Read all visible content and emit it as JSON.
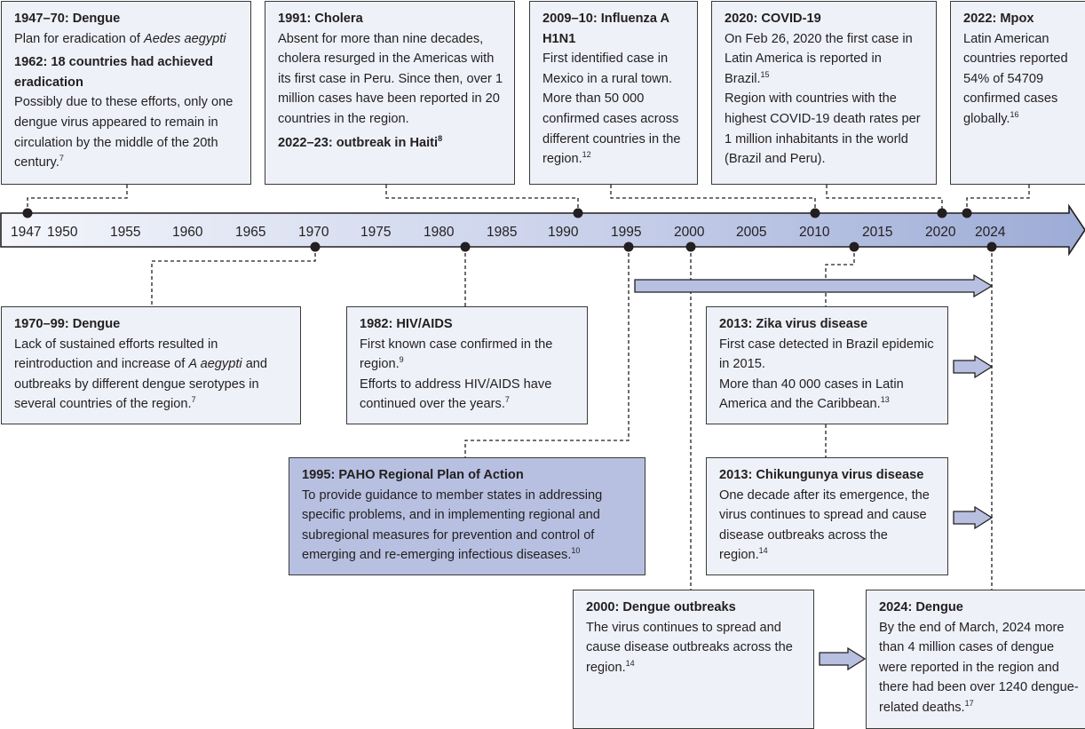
{
  "colors": {
    "box_fill": "#eef1f8",
    "box_fill_highlight": "#b7c0e0",
    "axis_fill_start": "#f2f4fa",
    "axis_fill_end": "#9fafd8",
    "arrow_fill": "#b7c0e0",
    "outline": "#231f20"
  },
  "axis": {
    "ticks": [
      "1947",
      "1950",
      "1955",
      "1960",
      "1965",
      "1970",
      "1975",
      "1980",
      "1985",
      "1990",
      "1995",
      "2000",
      "2005",
      "2010",
      "2015",
      "2020",
      "2024"
    ]
  },
  "events": {
    "dengue_1947": {
      "title": "1947–70: Dengue",
      "line1_pre": "Plan for eradication of ",
      "line1_italic": "Aedes aegypti",
      "title2": "1962: 18 countries had achieved eradication",
      "body": "Possibly due to these efforts, only one dengue virus appeared to remain in circulation by the middle of the 20th century.",
      "ref": "7"
    },
    "cholera_1991": {
      "title": "1991: Cholera",
      "body": "Absent for more than nine decades, cholera resurged in the Americas with its first case in Peru. Since then, over 1 million cases have been reported in 20 countries in the region.",
      "title2": "2022–23: outbreak in Haiti",
      "ref": "8"
    },
    "influenza_2009": {
      "title": "2009–10: Influenza A H1N1",
      "body1": "First identified case in Mexico in a rural town.",
      "body2": "More than 50 000 confirmed cases across different countries in the region.",
      "ref": "12"
    },
    "covid_2020": {
      "title": "2020: COVID-19",
      "body1": "On Feb 26, 2020 the first case in Latin America is reported in Brazil.",
      "ref1": "15",
      "body2": "Region with countries with the highest COVID-19 death rates per 1 million inhabitants in the world (Brazil and Peru)."
    },
    "mpox_2022": {
      "title": "2022: Mpox",
      "body": "Latin American countries reported 54% of 54709 confirmed cases globally.",
      "ref": "16"
    },
    "dengue_1970": {
      "title": "1970–99: Dengue",
      "body_pre": "Lack of sustained efforts resulted in reintroduction and increase of ",
      "body_italic": "A aegypti",
      "body_post": " and outbreaks by different dengue serotypes in several countries of the region.",
      "ref": "7"
    },
    "hiv_1982": {
      "title": "1982: HIV/AIDS",
      "body1": "First known case confirmed in the region.",
      "ref1": "9",
      "body2": "Efforts to address HIV/AIDS have continued over the years.",
      "ref2": "7"
    },
    "paho_1995": {
      "title": "1995: PAHO Regional Plan of Action",
      "body": "To provide guidance to member states in addressing specific problems, and in implementing regional and subregional measures for prevention and control of emerging and re-emerging infectious diseases.",
      "ref": "10"
    },
    "zika_2013": {
      "title": "2013: Zika virus disease",
      "body1": "First case detected in Brazil epidemic in 2015.",
      "body2": "More than 40 000 cases in Latin America and the Caribbean.",
      "ref": "13"
    },
    "chikungunya_2013": {
      "title": "2013: Chikungunya virus disease",
      "body": "One decade after its emergence, the virus continues to spread and cause disease outbreaks across the region.",
      "ref": "14"
    },
    "dengue_2000": {
      "title": "2000: Dengue outbreaks",
      "body": "The virus continues to spread and cause disease outbreaks across the region.",
      "ref": "14"
    },
    "dengue_2024": {
      "title": "2024: Dengue",
      "body": "By the end of March, 2024 more than 4 million cases of dengue were reported in the region and there had been over 1240 dengue-related deaths.",
      "ref": "17"
    }
  }
}
